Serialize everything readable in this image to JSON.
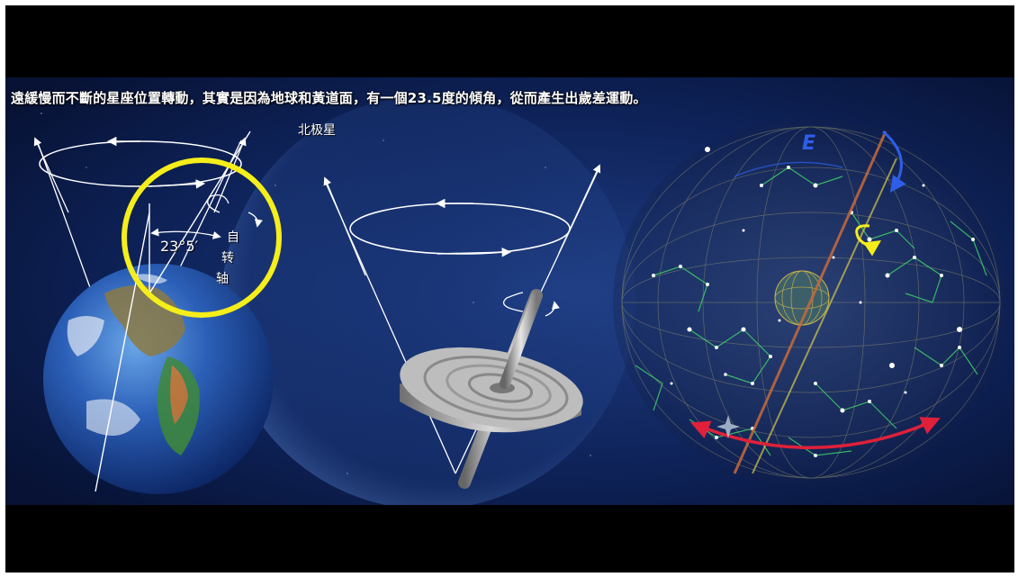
{
  "caption": "遠緩慢而不斷的星座位置轉動，其實是因為地球和黃道面，有一個23.5度的傾角，從而產生出歲差運動。",
  "earth_panel": {
    "polaris_label": "北极星",
    "angle_label": "23°5′",
    "axis_label_chars": [
      "自",
      "转",
      "轴"
    ]
  },
  "sky_panel": {
    "marker_letter": "E"
  },
  "colors": {
    "background_sky": "#0b1a44",
    "highlight_circle": "#f5ee1a",
    "ecliptic_arrow": "#e0203a",
    "precession_arrow": "#2e5ee8",
    "constellation_lines": "#3fcf6a",
    "axis_line": "#c86a3a"
  }
}
